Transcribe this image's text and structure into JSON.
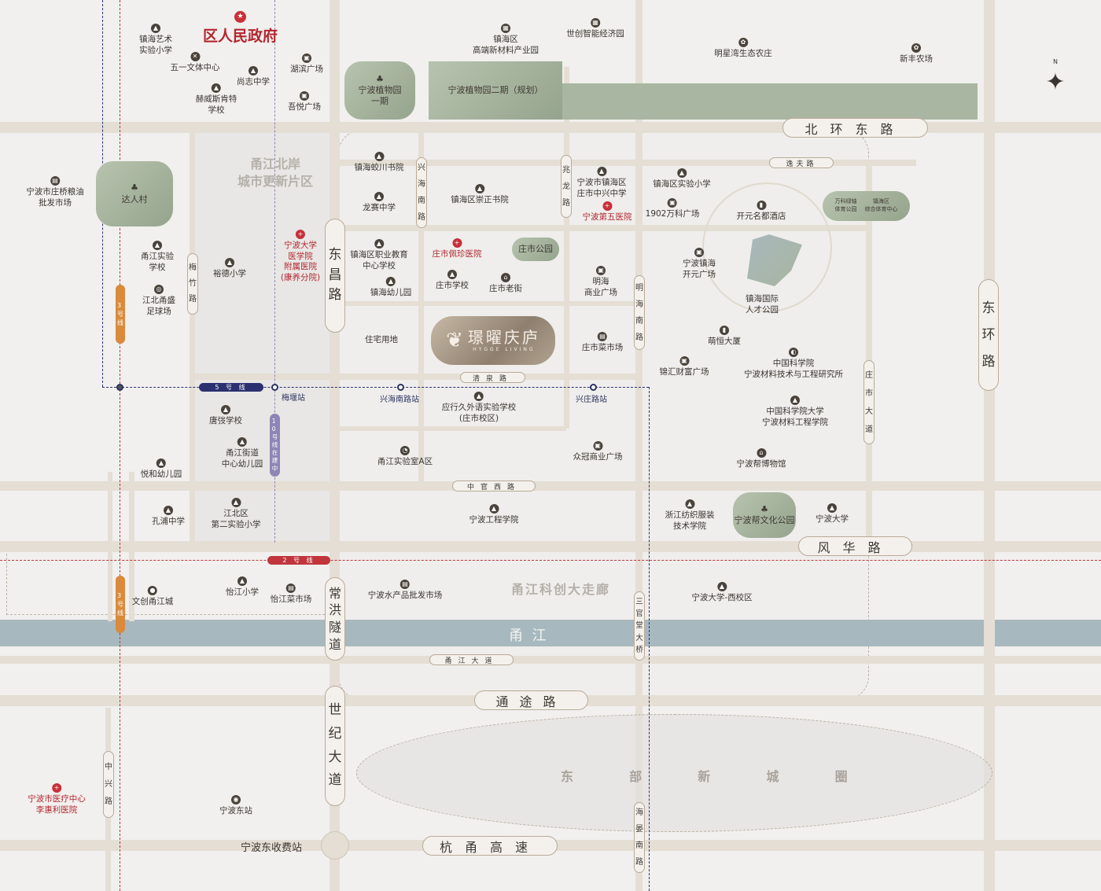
{
  "government": {
    "name": "区人民政府"
  },
  "areas": {
    "north_bank": "甬江北岸\n城市更新片区",
    "corridor": "甬江科创大走廊",
    "east_city": "东  部  新  城  圈",
    "river": "甬  江",
    "toll": "宁波东收费站"
  },
  "project": {
    "name": "璟曜庆庐",
    "subtitle": "HYGGE LIVING",
    "color": "#9b8c7c"
  },
  "parks": [
    {
      "name": "宁波植物园\n一期"
    },
    {
      "name": "宁波植物园二期（规划）"
    },
    {
      "name": "达人村"
    },
    {
      "name": "庄市公园"
    },
    {
      "name": "宁波帮文化公园"
    },
    {
      "name": "万科绿轴\n体育公园"
    },
    {
      "name": "镇海区\n综合体育中心"
    }
  ],
  "roads": {
    "beihuan": "北环东路",
    "yifu": "逸夫路",
    "qingquan": "清泉路",
    "zhongguan": "中官西路",
    "fenghua": "风华路",
    "yongjiang": "甬江大道",
    "tongtu": "通途路",
    "hangyong": "杭甬高速",
    "dongchang": "东\n昌\n路",
    "changhong": "常\n洪\n隧\n道",
    "shiji": "世\n纪\n大\n道",
    "xinghai": "兴\n海\n南\n路",
    "zhaolong": "兆\n龙\n路",
    "minghai": "明\n海\n南\n路",
    "zhuangshi": "庄\n市\n大\n道",
    "donghuan": "东\n环\n路",
    "meizhu": "梅\n竹\n路",
    "zhongxing": "中\n兴\n路",
    "sanguantang": "三\n官\n堂\n大\n桥",
    "haiyan": "海\n晏\n南\n路"
  },
  "metro": {
    "line3": "3\n号\n线",
    "line3b": "3\n号\n线",
    "line5": "5 号 线",
    "line2": "2 号 线",
    "line10": "1\n0\n号\n线\n在\n建\n中",
    "colors": {
      "line2": "#c0363c",
      "line3": "#d98a3a",
      "line5": "#2b3170",
      "line10": "#8e86b5"
    }
  },
  "stations": [
    "梅堰站",
    "兴海南路站",
    "兴庄路站"
  ],
  "compass": {
    "label": "N"
  },
  "pois": [
    {
      "name": "镇海艺术\n实验小学",
      "icon": "school-icon"
    },
    {
      "name": "五一文体中心",
      "icon": "sports-icon"
    },
    {
      "name": "尚志中学",
      "icon": "school-icon"
    },
    {
      "name": "湖滨广场",
      "icon": "shopping-icon"
    },
    {
      "name": "赫威斯肯特\n学校",
      "icon": "school-icon"
    },
    {
      "name": "吾悦广场",
      "icon": "shopping-icon"
    },
    {
      "name": "宁波市庄桥粮油\n批发市场",
      "icon": "market-icon"
    },
    {
      "name": "甬江实验\n学校",
      "icon": "school-icon"
    },
    {
      "name": "江北甬盛\n足球场",
      "icon": "football-icon"
    },
    {
      "name": "裕德小学",
      "icon": "school-icon"
    },
    {
      "name": "宁波大学\n医学院\n附属医院\n(康养分院)",
      "icon": "hospital-icon",
      "red": true
    },
    {
      "name": "镇海蛟川书院",
      "icon": "school-icon"
    },
    {
      "name": "龙赛中学",
      "icon": "school-icon"
    },
    {
      "name": "镇海区职业教育\n中心学校",
      "icon": "school-icon"
    },
    {
      "name": "镇海幼儿园",
      "icon": "school-icon"
    },
    {
      "name": "镇海区崇正书院",
      "icon": "school-icon"
    },
    {
      "name": "庄市佩珍医院",
      "icon": "hospital-icon",
      "red": true
    },
    {
      "name": "庄市学校",
      "icon": "school-icon"
    },
    {
      "name": "庄市老街",
      "icon": "street-icon"
    },
    {
      "name": "宁波市镇海区\n庄市中兴中学",
      "icon": "school-icon"
    },
    {
      "name": "宁波第五医院",
      "icon": "hospital-icon",
      "red": true
    },
    {
      "name": "镇海区实验小学",
      "icon": "school-icon"
    },
    {
      "name": "1902万科广场",
      "icon": "shopping-icon"
    },
    {
      "name": "开元名都酒店",
      "icon": "hotel-icon"
    },
    {
      "name": "宁波镇海\n开元广场",
      "icon": "shopping-icon"
    },
    {
      "name": "镇海国际\n人才公园",
      "icon": ""
    },
    {
      "name": "明海\n商业广场",
      "icon": "shopping-icon"
    },
    {
      "name": "住宅用地",
      "icon": ""
    },
    {
      "name": "庄市菜市场",
      "icon": "market-icon"
    },
    {
      "name": "萌恒大厦",
      "icon": "building-icon"
    },
    {
      "name": "锦汇财富广场",
      "icon": "shopping-icon"
    },
    {
      "name": "中国科学院\n宁波材料技术与工程研究所",
      "icon": "research-icon"
    },
    {
      "name": "应行久外语实验学校\n(庄市校区)",
      "icon": "school-icon"
    },
    {
      "name": "中国科学院大学\n宁波材料工程学院",
      "icon": "school-icon"
    },
    {
      "name": "唐弢学校",
      "icon": "school-icon"
    },
    {
      "name": "甬江街道\n中心幼儿园",
      "icon": "school-icon"
    },
    {
      "name": "悦和幼儿园",
      "icon": "school-icon"
    },
    {
      "name": "甬江实验室A区",
      "icon": "lab-icon"
    },
    {
      "name": "众冠商业广场",
      "icon": "shopping-icon"
    },
    {
      "name": "宁波帮博物馆",
      "icon": "museum-icon"
    },
    {
      "name": "孔浦中学",
      "icon": "school-icon"
    },
    {
      "name": "江北区\n第二实验小学",
      "icon": "school-icon"
    },
    {
      "name": "宁波工程学院",
      "icon": "school-icon"
    },
    {
      "name": "浙江纺织服装\n技术学院",
      "icon": "school-icon"
    },
    {
      "name": "宁波大学",
      "icon": "school-icon"
    },
    {
      "name": "文创甬江城",
      "icon": "culture-icon"
    },
    {
      "name": "怡江小学",
      "icon": "school-icon"
    },
    {
      "name": "怡江菜市场",
      "icon": "market-icon"
    },
    {
      "name": "宁波水产品批发市场",
      "icon": "market-icon"
    },
    {
      "name": "宁波大学-西校区",
      "icon": "school-icon"
    },
    {
      "name": "宁波市医疗中心\n李惠利医院",
      "icon": "hospital-icon",
      "red": true
    },
    {
      "name": "宁波东站",
      "icon": "train-icon"
    },
    {
      "name": "镇海区\n高端新材料产业园",
      "icon": "industry-icon"
    },
    {
      "name": "世创智能经济园",
      "icon": "industry-icon"
    },
    {
      "name": "明星湾生态农庄",
      "icon": "farm-icon"
    },
    {
      "name": "新丰农场",
      "icon": "farm-icon"
    }
  ]
}
